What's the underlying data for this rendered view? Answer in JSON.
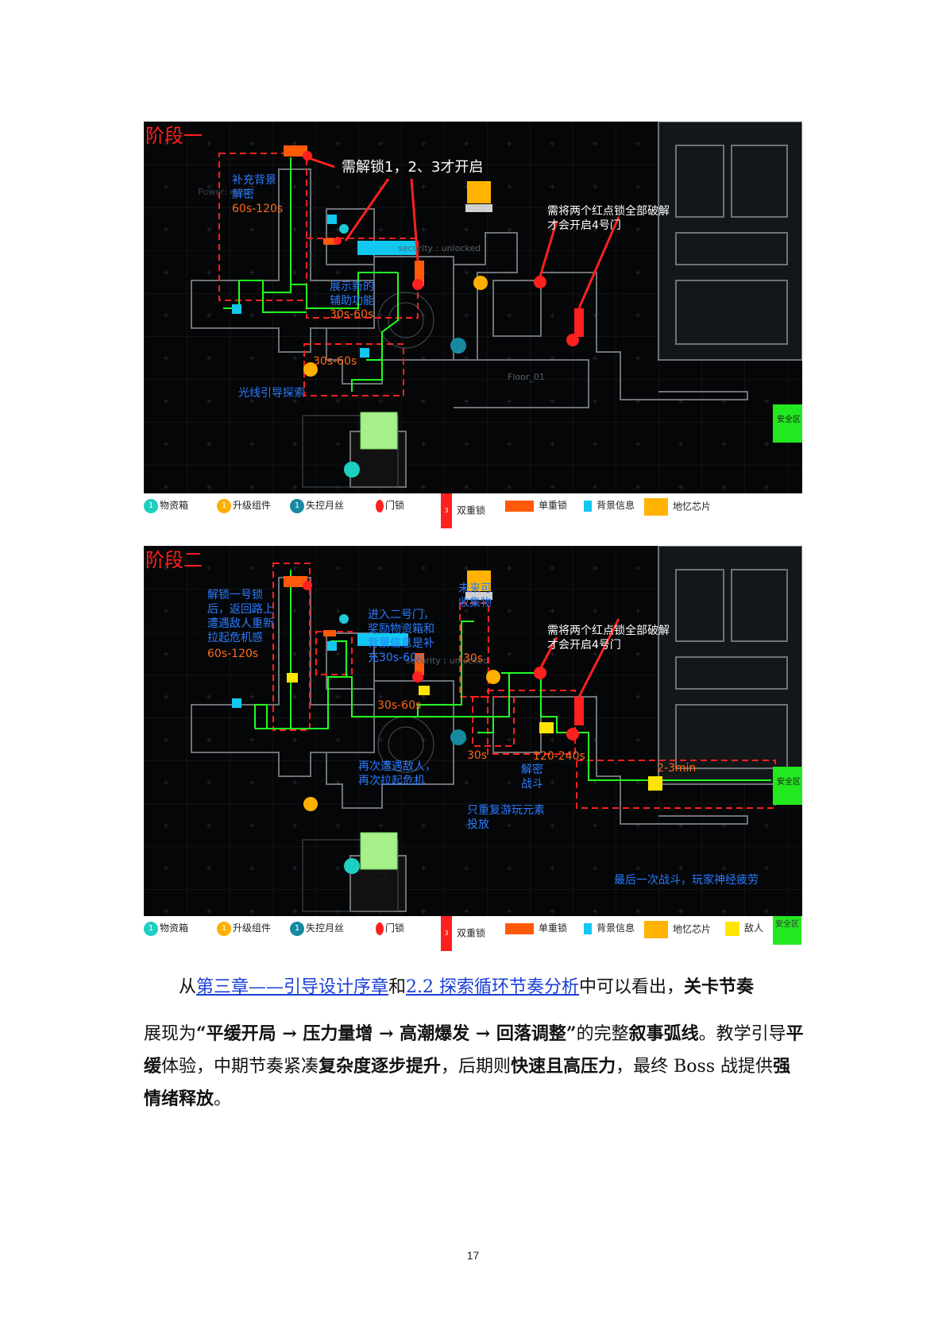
{
  "stage1": {
    "title": "阶段一",
    "callout_unlock": "需解锁1，2、3才开启",
    "note_red_locks": [
      "需将两个红点锁全部破解",
      "才会开启4号门"
    ],
    "zone_bg": [
      "补充背景",
      "解密",
      "60s-120s"
    ],
    "zone_aux": [
      "展示新的",
      "辅助功能",
      "30s-60s"
    ],
    "zone_light_time": "30s-60s",
    "zone_light_label": "光线引导探索",
    "entrance": "入口",
    "safe_zone": "安全区",
    "map_text_power": "Power: ered",
    "map_text_security": "security : unlocked",
    "map_text_floor": "Floor_01"
  },
  "stage2": {
    "title": "阶段二",
    "zone_unlock1": [
      "解锁一号锁",
      "后，返回路上",
      "遭遇敌人重新",
      "拉起危机感",
      "60s-120s"
    ],
    "future_collect": [
      "未来可",
      "收集物"
    ],
    "zone_door2": [
      "进入二号门，",
      "奖励物资箱和",
      "背景信息是补",
      "充30s-60s"
    ],
    "time_30s_top": "30s",
    "time_30_60": "30s-60s",
    "enemy_again": [
      "再次遭遇敌人，",
      "再次拉起危机"
    ],
    "time_30s_mid": "30s",
    "repeat_elements": [
      "只重复游玩元素",
      "投放"
    ],
    "zone_decrypt": [
      "120-240s",
      "解密",
      "战斗"
    ],
    "note_red_locks": [
      "需将两个红点锁全部破解",
      "才会开启4号门"
    ],
    "time_final": "2-3min",
    "final_fight": "最后一次战斗，玩家神经疲劳",
    "entrance": "入口",
    "safe_zone": "安全区",
    "map_text_security": "security : unlocked"
  },
  "legend1": {
    "items": [
      {
        "label": "物资箱",
        "num": "1"
      },
      {
        "label": "升级组件",
        "num": "1"
      },
      {
        "label": "失控月丝",
        "num": "1"
      },
      {
        "label": "门锁"
      },
      {
        "label": "双重锁",
        "num": "3"
      },
      {
        "label": "单重锁"
      },
      {
        "label": "背景信息"
      },
      {
        "label": "地忆芯片"
      }
    ]
  },
  "legend2": {
    "items": [
      {
        "label": "物资箱",
        "num": "1"
      },
      {
        "label": "升级组件",
        "num": "1"
      },
      {
        "label": "失控月丝",
        "num": "1"
      },
      {
        "label": "门锁"
      },
      {
        "label": "双重锁",
        "num": "3"
      },
      {
        "label": "单重锁"
      },
      {
        "label": "背景信息"
      },
      {
        "label": "地忆芯片"
      },
      {
        "label": "敌人"
      },
      {
        "label": "安全区"
      }
    ]
  },
  "paragraph": {
    "t1": "从",
    "link1": "第三章——引导设计序章",
    "t2": "和",
    "link2": "2.2 探索循环节奏分析",
    "t3": "中可以看出，",
    "b1": "关卡节奏",
    "t4": "展现为",
    "b2": "“平缓开局 → 压力量增 → 高潮爆发 → 回落调整”",
    "t5": "的完整",
    "b3": "叙事弧线",
    "t6": "。教学引导",
    "b4": "平缓",
    "t7": "体验，中期节奏紧凑",
    "b5": "复杂度逐步提升",
    "t8": "，后期则",
    "b6": "快速且高压力",
    "t9": "，最终 Boss 战提供",
    "b7": "强情绪释放",
    "t10": "。"
  },
  "page_number": "17",
  "colors": {
    "red": "#ff2020",
    "green": "#22ff22",
    "cyan": "#12c8f0",
    "orange": "#ff5a0a",
    "yellow": "#ffd200",
    "link": "#1a3fd6"
  }
}
